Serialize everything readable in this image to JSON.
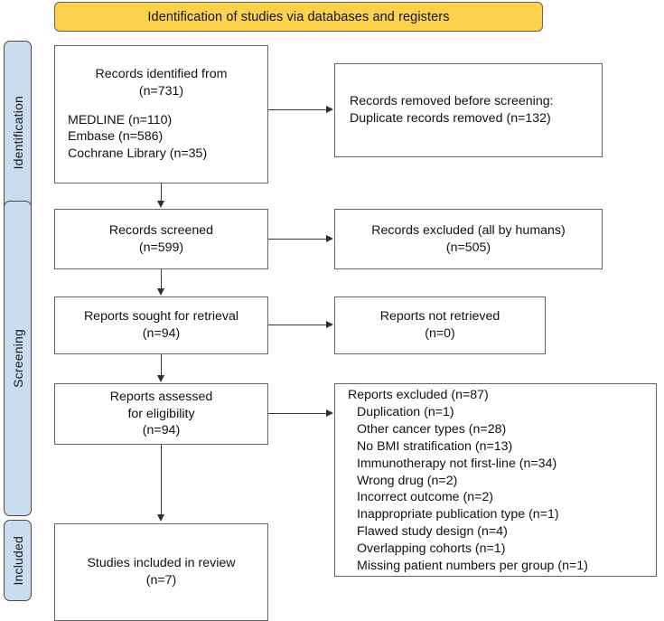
{
  "banner": {
    "title": "Identification of studies via databases and registers",
    "color": "#fcd14b"
  },
  "stages": [
    {
      "label": "Identification"
    },
    {
      "label": "Screening"
    },
    {
      "label": "Included"
    }
  ],
  "boxes": {
    "identified": {
      "line1": "Records identified from",
      "line2": "(n=731)",
      "sources": [
        "MEDLINE (n=110)",
        "Embase (n=586)",
        "Cochrane Library (n=35)"
      ]
    },
    "removed_before_screening": {
      "line1": "Records removed before screening:",
      "line2": "Duplicate records removed (n=132)"
    },
    "screened": {
      "line1": "Records screened",
      "line2": "(n=599)"
    },
    "excluded_screening": {
      "line1": "Records excluded (all by humans)",
      "line2": "(n=505)"
    },
    "sought": {
      "line1": "Reports sought for retrieval",
      "line2": "(n=94)"
    },
    "not_retrieved": {
      "line1": "Reports not retrieved",
      "line2": "(n=0)"
    },
    "assessed": {
      "line1": "Reports assessed",
      "line2": "for eligibility",
      "line3": "(n=94)"
    },
    "reports_excluded": {
      "heading": "Reports excluded (n=87)",
      "reasons": [
        "Duplication (n=1)",
        "Other cancer types (n=28)",
        "No BMI stratification (n=13)",
        "Immunotherapy not first-line (n=34)",
        "Wrong drug (n=2)",
        "Incorrect outcome (n=2)",
        "Inappropriate publication type (n=1)",
        "Flawed study design (n=4)",
        "Overlapping cohorts (n=1)",
        "Missing patient numbers per group (n=1)"
      ]
    },
    "included": {
      "line1": "Studies included in review",
      "line2": "(n=7)"
    }
  },
  "colors": {
    "banner_fill": "#fcd14b",
    "stage_fill": "#cadcf0",
    "box_border": "#6b6257",
    "connector": "#3a3a3a"
  }
}
